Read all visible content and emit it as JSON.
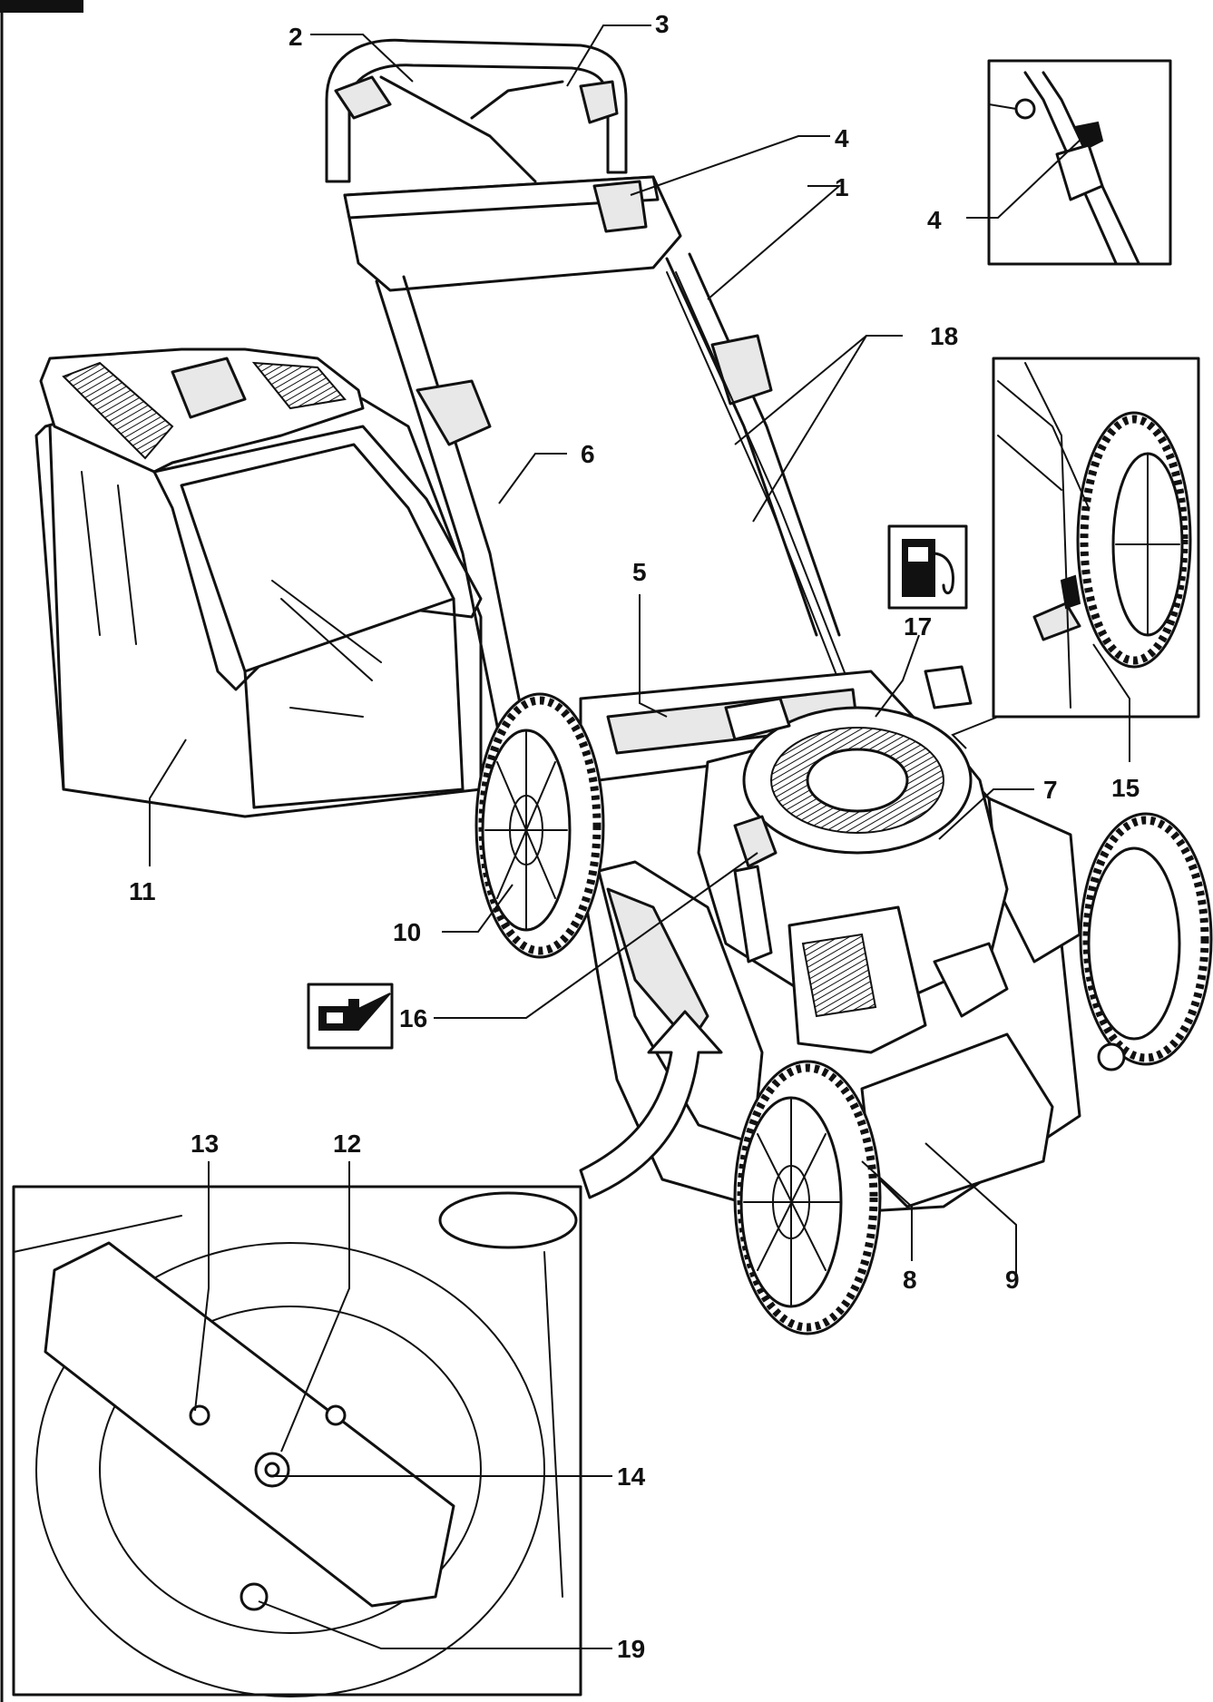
{
  "callouts": [
    {
      "id": "1",
      "label": "1"
    },
    {
      "id": "2",
      "label": "2"
    },
    {
      "id": "3",
      "label": "3"
    },
    {
      "id": "4a",
      "label": "4"
    },
    {
      "id": "4b",
      "label": "4"
    },
    {
      "id": "5",
      "label": "5"
    },
    {
      "id": "6",
      "label": "6"
    },
    {
      "id": "7",
      "label": "7"
    },
    {
      "id": "8",
      "label": "8"
    },
    {
      "id": "9",
      "label": "9"
    },
    {
      "id": "10",
      "label": "10"
    },
    {
      "id": "11",
      "label": "11"
    },
    {
      "id": "12",
      "label": "12"
    },
    {
      "id": "13",
      "label": "13"
    },
    {
      "id": "14",
      "label": "14"
    },
    {
      "id": "15",
      "label": "15"
    },
    {
      "id": "16",
      "label": "16"
    },
    {
      "id": "17",
      "label": "17"
    },
    {
      "id": "18",
      "label": "18"
    },
    {
      "id": "19",
      "label": "19"
    }
  ],
  "icons": {
    "fuel": "fuel-pump-icon",
    "oil": "oil-can-icon"
  }
}
